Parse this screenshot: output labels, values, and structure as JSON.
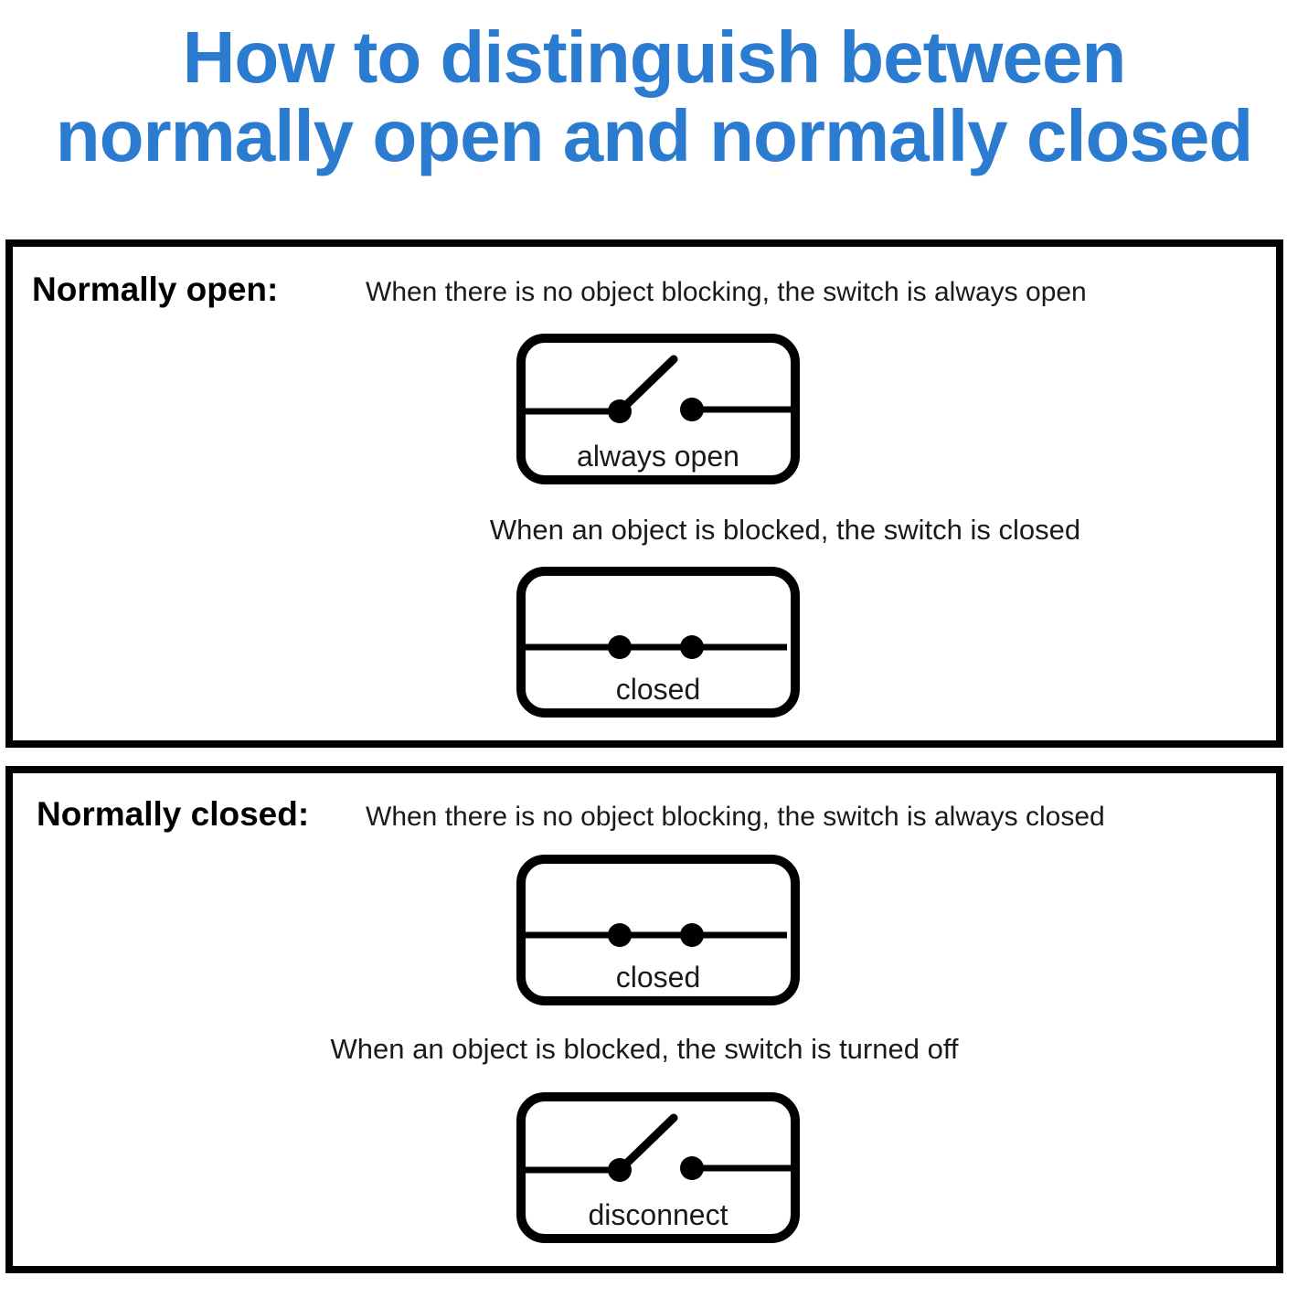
{
  "page": {
    "background": "#ffffff"
  },
  "title": {
    "line1": "How to distinguish between",
    "line2": "normally open and normally closed",
    "color": "#2b7cd0"
  },
  "sections": [
    {
      "heading": "Normally open:",
      "description": "When there is no object blocking, the switch is always open",
      "top_figure": {
        "symbol": "open-switch",
        "caption": "always open"
      },
      "middle_text": "When an object is blocked, the switch is closed",
      "bottom_figure": {
        "symbol": "closed-switch",
        "caption": "closed"
      }
    },
    {
      "heading": "Normally closed:",
      "description": "When there is no object blocking, the switch is always closed",
      "top_figure": {
        "symbol": "closed-switch",
        "caption": "closed"
      },
      "middle_text": "When an object is blocked, the switch is turned off",
      "bottom_figure": {
        "symbol": "open-switch",
        "caption": "disconnect"
      }
    }
  ],
  "diagram_colors": {
    "line": "#000000",
    "panel_border": "#000000"
  }
}
